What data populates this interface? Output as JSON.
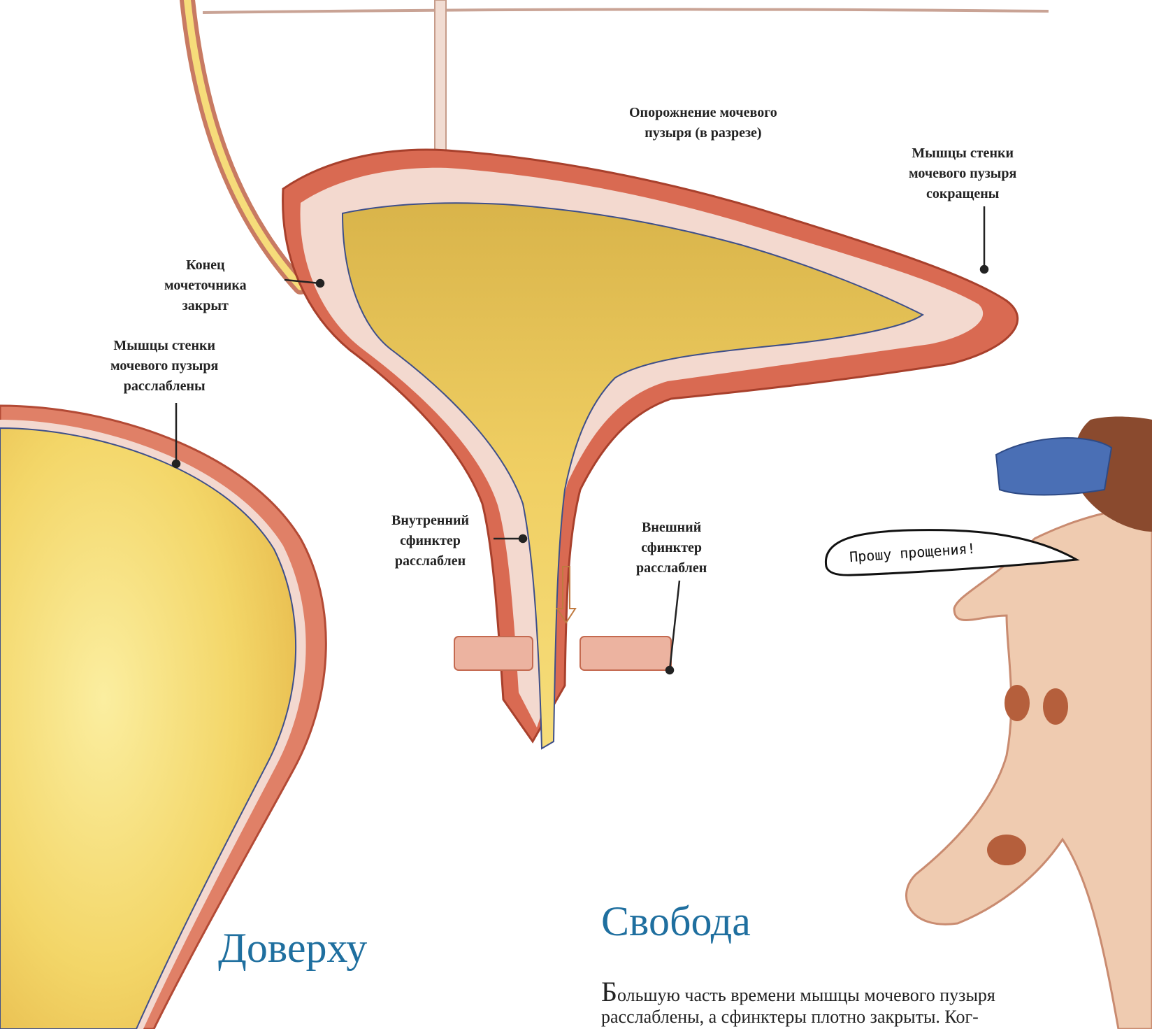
{
  "labels": {
    "emptying": [
      "Опорожнение мочевого",
      "пузыря (в разрезе)"
    ],
    "wall_contracted": [
      "Мышцы стенки",
      "мочевого пузыря",
      "сокращены"
    ],
    "ureter_closed": [
      "Конец",
      "мочеточника",
      "закрыт"
    ],
    "wall_relaxed": [
      "Мышцы стенки",
      "мочевого пузыря",
      "расслаблены"
    ],
    "internal_sphincter": [
      "Внутренний",
      "сфинктер",
      "расслаблен"
    ],
    "external_sphincter": [
      "Внешний",
      "сфинктер",
      "расслаблен"
    ]
  },
  "speech_bubble": "Прошу прощения!",
  "headings": {
    "left": "Доверху",
    "right": "Свобода"
  },
  "body_text": {
    "drop_cap": "Б",
    "line1_rest": "ольшую часть времени мышцы мочевого пузыря",
    "line2": "расслаблены, а сфинктеры плотно закрыты. Ког-"
  },
  "colors": {
    "heading": "#1f6f9f",
    "muscle": "#c8553d",
    "urine": "#f1d064",
    "skin": "#ecc3a6",
    "kidney": "#b55f3c",
    "cap": "#4a6fb5"
  }
}
